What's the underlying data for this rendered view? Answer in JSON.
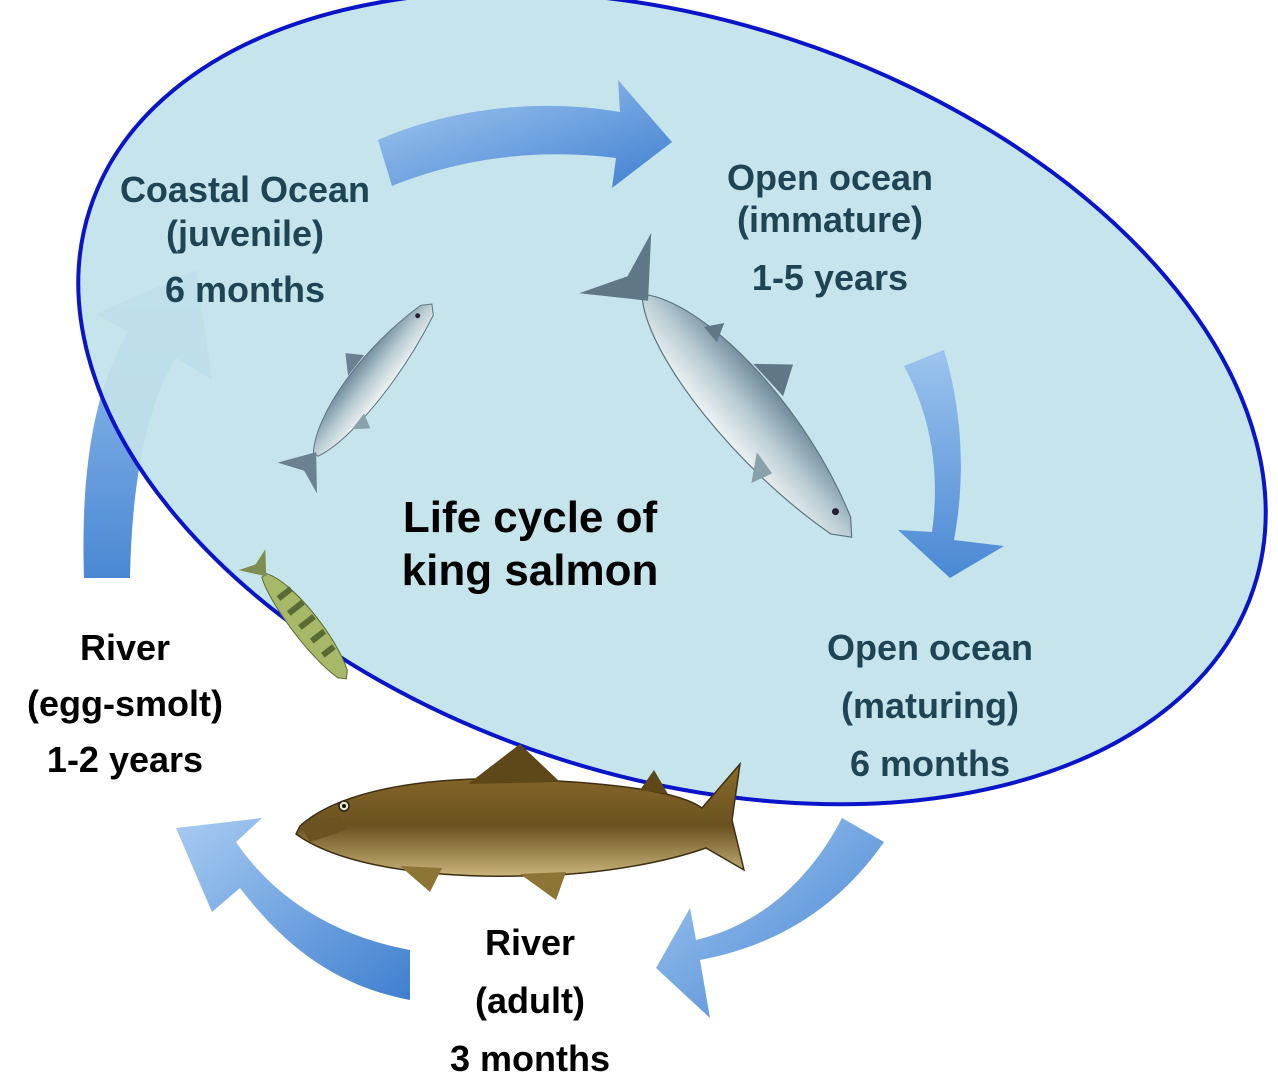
{
  "diagram": {
    "title_line1": "Life cycle of",
    "title_line2": "king salmon"
  },
  "stages": {
    "coastal": {
      "line1": "Coastal Ocean",
      "line2": "(juvenile)",
      "duration": "6 months"
    },
    "immature": {
      "line1": "Open ocean",
      "line2": "(immature)",
      "duration": "1-5 years"
    },
    "maturing": {
      "line1": "Open ocean",
      "line2": "(maturing)",
      "duration": "6 months"
    },
    "adult": {
      "line1": "River",
      "line2": "(adult)",
      "duration": "3 months"
    },
    "smolt": {
      "line1": "River",
      "line2": "(egg-smolt)",
      "duration": "1-2 years"
    }
  },
  "colors": {
    "ocean_fill": "#c2e2ea",
    "ocean_outline": "#0a14c8",
    "arrow_light": "#a8ccf2",
    "arrow_dark": "#3f7fd0",
    "ocean_text": "#1f4555",
    "river_text": "#000000"
  },
  "icons": [
    "juvenile-salmon-icon",
    "immature-salmon-icon",
    "smolt-fish-icon",
    "adult-salmon-icon"
  ]
}
